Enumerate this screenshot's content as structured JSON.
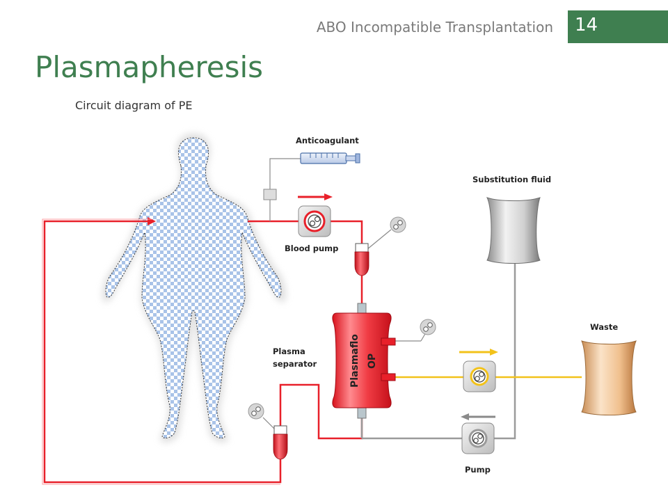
{
  "header": {
    "section_title": "ABO Incompatible Transplantation",
    "slide_number": "14"
  },
  "title": "Plasmapheresis",
  "subtitle": "Circuit diagram of PE",
  "diagram": {
    "labels": {
      "anticoagulant": "Anticoagulant",
      "substitution_fluid": "Substitution fluid",
      "blood_pump": "Blood pump",
      "waste": "Waste",
      "plasma_separator_line1": "Plasma",
      "plasma_separator_line2": "separator",
      "filter_name_line1": "Plasmaflo",
      "filter_name_line2": "OP",
      "pump": "Pump"
    },
    "colors": {
      "brand_green": "#3f7f50",
      "blood_line": "#e8202a",
      "plasma_line": "#f2c21a",
      "fluid_line": "#9a9a9a",
      "body_pattern": "#a9c3e8"
    }
  }
}
